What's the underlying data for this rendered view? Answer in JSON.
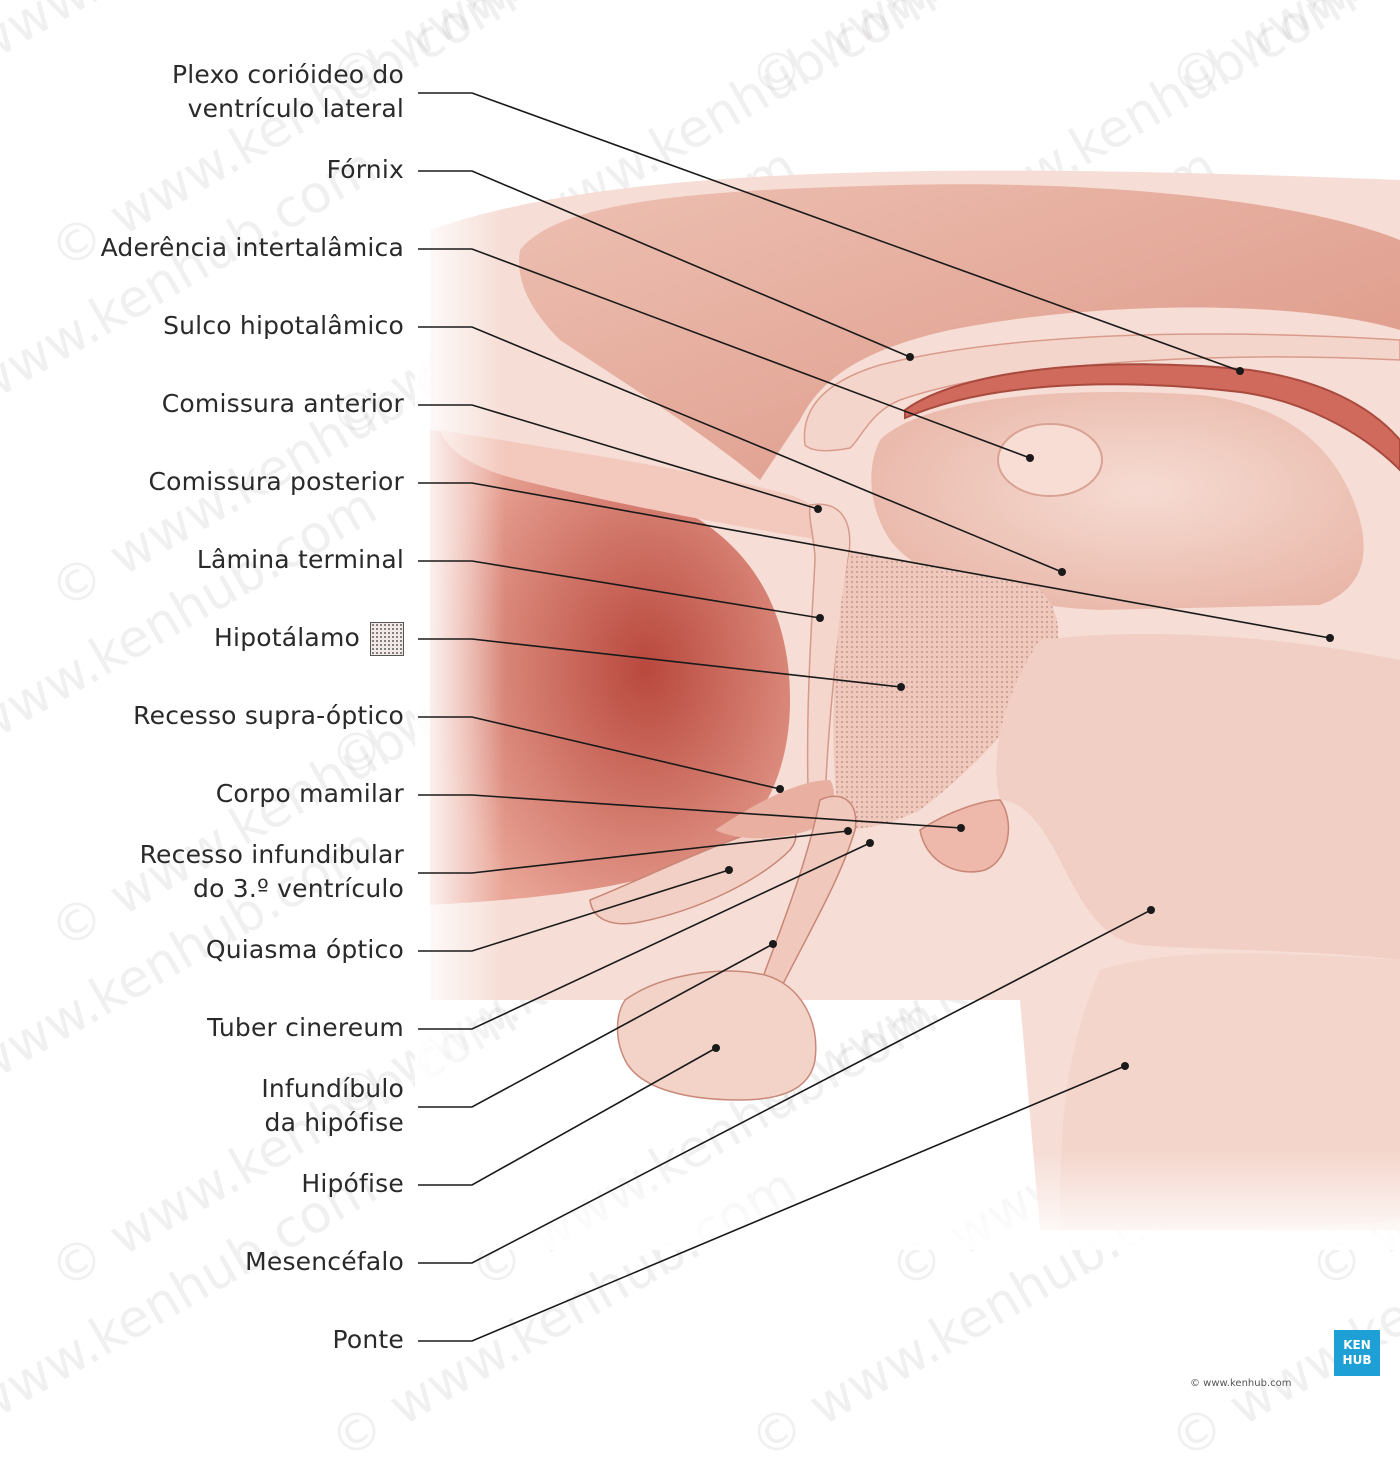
{
  "labels": {
    "plexo": [
      "Plexo corióideo do",
      "ventrículo lateral"
    ],
    "fornix": "Fórnix",
    "aderencia": "Aderência intertalâmica",
    "sulco": "Sulco hipotalâmico",
    "comissura_anterior": "Comissura anterior",
    "comissura_posterior": "Comissura posterior",
    "lamina": "Lâmina terminal",
    "hipotalamo": "Hipotálamo",
    "recesso_supra": "Recesso supra-óptico",
    "corpo_mamilar": "Corpo mamilar",
    "recesso_infund": [
      "Recesso infundibular",
      "do 3.º ventrículo"
    ],
    "quiasma": "Quiasma óptico",
    "tuber": "Tuber cinereum",
    "infundibulo": [
      "Infundíbulo",
      "da hipófise"
    ],
    "hipofise": "Hipófise",
    "mesencefalo": "Mesencéfalo",
    "ponte": "Ponte"
  },
  "watermark": "© www.kenhub.com",
  "logo": [
    "KEN",
    "HUB"
  ],
  "copyright": "© www.kenhub.com",
  "colors": {
    "tissue_light": "#f3d2c8",
    "tissue_mid": "#eab5a5",
    "tissue_dark": "#c86a5a",
    "leader": "#1a1a1a",
    "logo": "#1ea0d6"
  }
}
